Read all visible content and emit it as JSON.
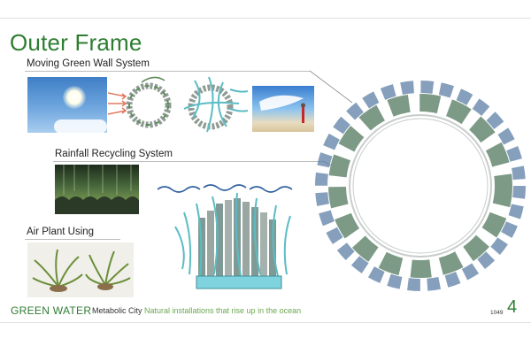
{
  "slide": {
    "title": "Outer Frame",
    "sections": {
      "moving_wall": "Moving Green Wall System",
      "rainfall": "Rainfall Recycling System",
      "air_plant": "Air Plant Using"
    }
  },
  "footer": {
    "brand": "GREEN WATER",
    "city": "Metabolic City",
    "description": "Natural installations that rise up in the ocean",
    "code": "1049",
    "page_number": "4"
  },
  "colors": {
    "title_green": "#2e7d32",
    "description_green": "#6aa84f",
    "water_teal": "#5bbcc4",
    "ring_gray": "#9aa6a2"
  }
}
